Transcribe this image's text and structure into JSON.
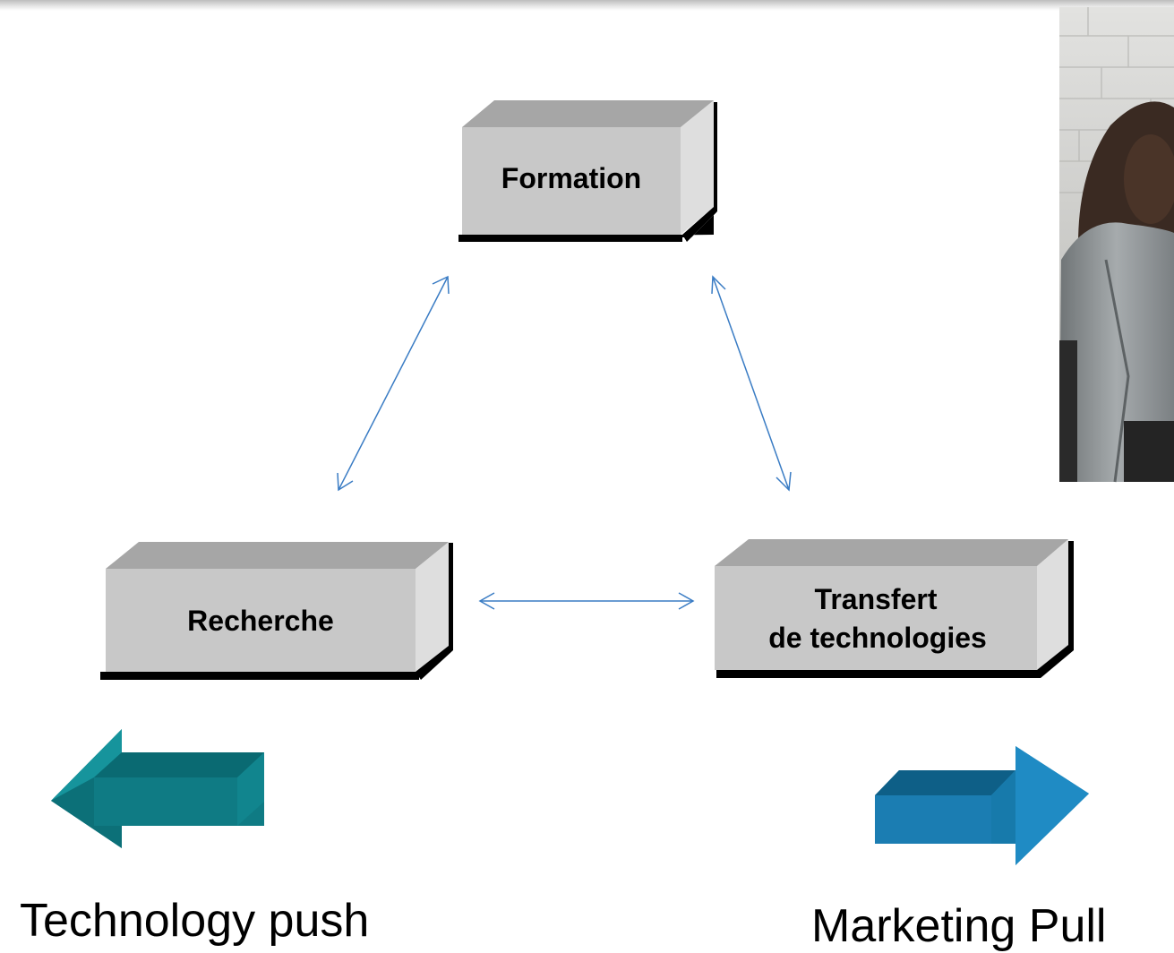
{
  "boxes": {
    "formation": {
      "label": "Formation"
    },
    "recherche": {
      "label": "Recherche"
    },
    "transfert": {
      "line1": "Transfert",
      "line2": "de technologies"
    }
  },
  "captions": {
    "left": "Technology push",
    "right": "Marketing Pull"
  },
  "colors": {
    "box_front": "#c8c8c8",
    "box_top": "#a6a6a6",
    "box_side": "#dedede",
    "box_shadow": "#000000",
    "connector": "#3a7cc4",
    "left_arrow": "#0f7b84",
    "right_arrow": "#1a7bb0"
  },
  "photo": {
    "subject": "business-people-photo"
  },
  "connectors": [
    {
      "from": "Recherche",
      "to": "Formation",
      "type": "bidirectional"
    },
    {
      "from": "Formation",
      "to": "Transfert de technologies",
      "type": "bidirectional"
    },
    {
      "from": "Recherche",
      "to": "Transfert de technologies",
      "type": "bidirectional"
    }
  ]
}
